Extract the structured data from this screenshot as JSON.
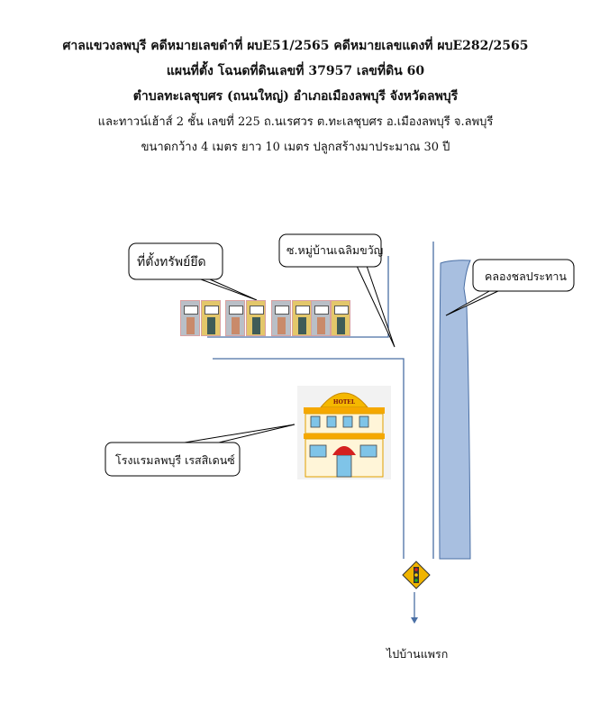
{
  "header": {
    "line1": "ศาลแขวงลพบุรี คดีหมายเลขดำที่ ผบE51/2565 คดีหมายเลขแดงที่ ผบE282/2565",
    "line2": "แผนที่ตั้ง  โฉนดที่ดินเลขที่ 37957 เลขที่ดิน 60",
    "line3": "ตำบลทะเลชุบศร (ถนนใหญ่)  อำเภอเมืองลพบุรี  จังหวัดลพบุรี",
    "line4": "และทาวน์เฮ้าส์ 2 ชั้น เลขที่ 225 ถ.นเรศวร  ต.ทะเลชุบศร อ.เมืองลพบุรี จ.ลพบุรี",
    "line5": "ขนาดกว้าง 4 เมตร  ยาว 10 เมตร ปลูกสร้างมาประมาณ 30 ปี"
  },
  "map": {
    "property_label": "ที่ตั้งทรัพย์ยึด",
    "soi_label": "ซ.หมู่บ้านเฉลิมขวัญ",
    "canal_label": "คลองชลประทาน",
    "hotel_label": "โรงแรมลพบุรี เรสสิเดนซ์",
    "hotel_sign": "HOTEL",
    "direction_label": "ไปบ้านแพรก",
    "colors": {
      "road": "#4a6fa5",
      "canal": "#a8bfe0",
      "sign": "#f0b400"
    }
  }
}
